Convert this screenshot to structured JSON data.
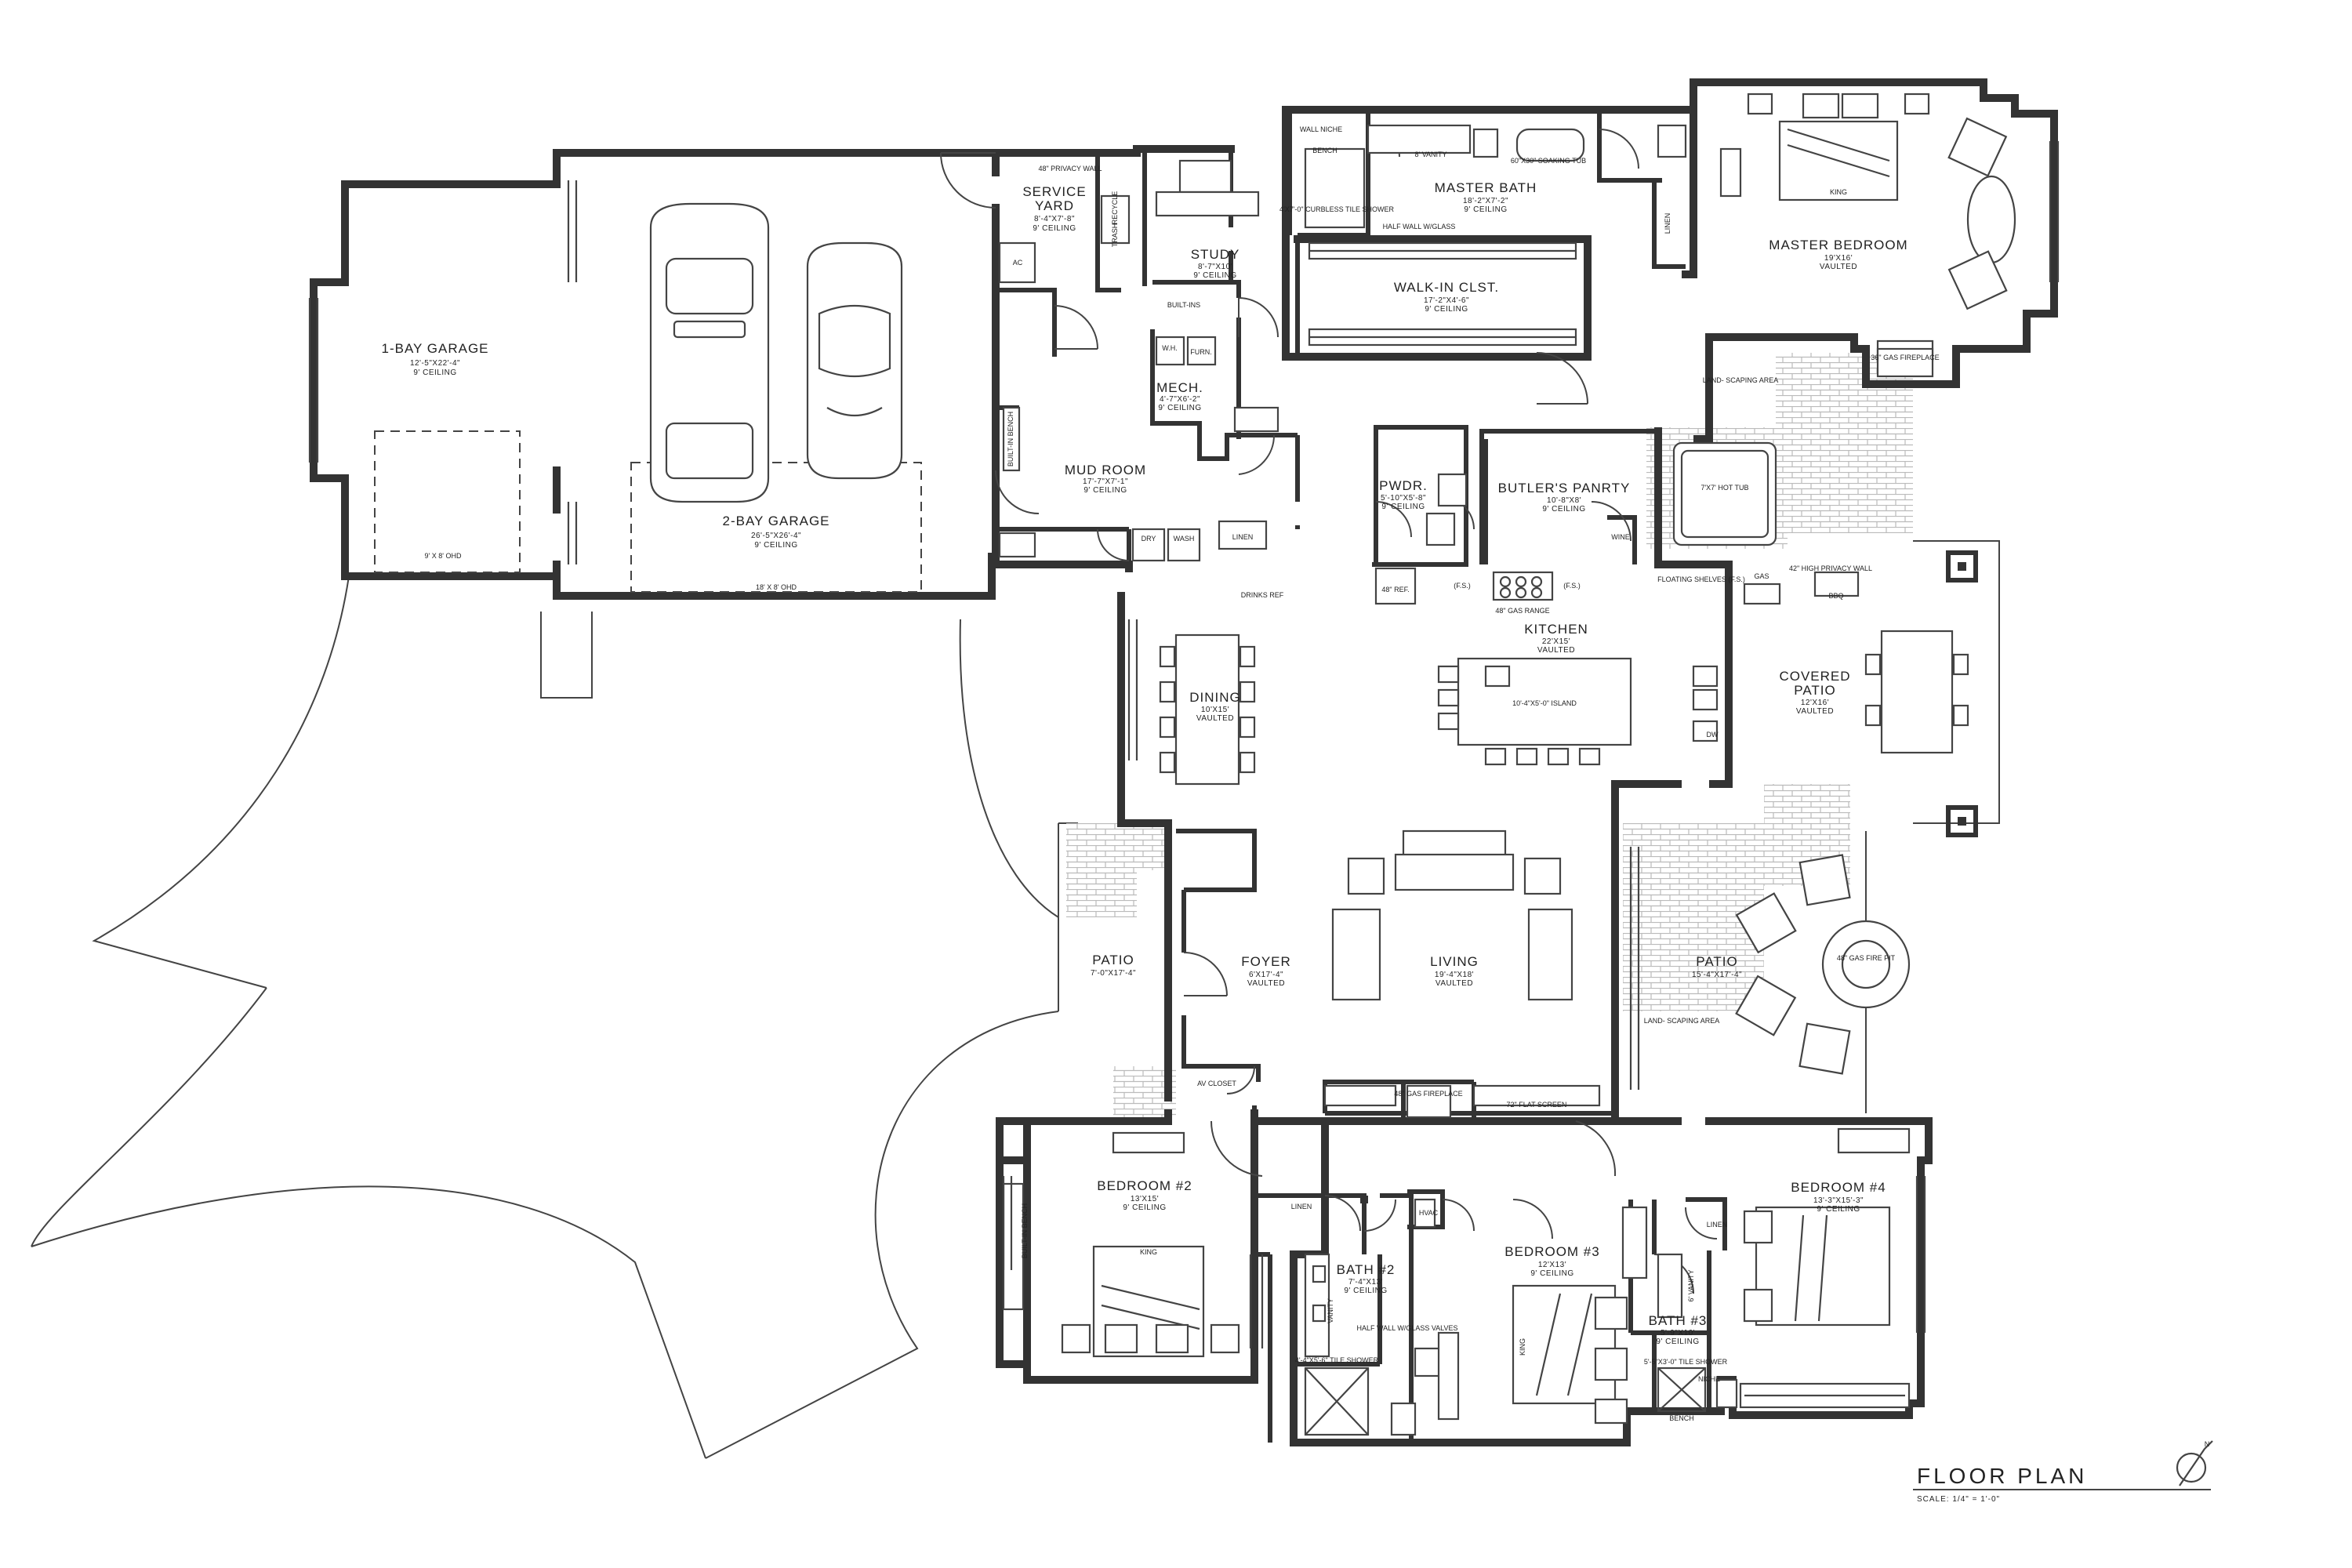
{
  "drawing": {
    "title": "FLOOR PLAN",
    "scale": "SCALE: 1/4\" = 1'-0\"",
    "north_label": "N"
  },
  "rooms": {
    "garage1": {
      "name": "1-BAY GARAGE",
      "size": "12'-5\"X22'-4\"",
      "ceiling": "9' CEILING",
      "door": "9' X 8' OHD"
    },
    "garage2": {
      "name": "2-BAY GARAGE",
      "size": "26'-5\"X26'-4\"",
      "ceiling": "9' CEILING",
      "door": "18' X 8' OHD"
    },
    "service_yard": {
      "name1": "SERVICE",
      "name2": "YARD",
      "size": "8'-4\"X7'-8\"",
      "ceiling": "9' CEILING",
      "wall": "48\" PRIVACY WALL"
    },
    "study": {
      "name": "STUDY",
      "size": "8'-7\"X10'",
      "ceiling": "9' CEILING"
    },
    "mech": {
      "name": "MECH.",
      "size": "4'-7\"X6'-2\"",
      "ceiling": "9' CEILING"
    },
    "mud_room": {
      "name": "MUD ROOM",
      "size": "17'-7\"X7'-1\"",
      "ceiling": "9' CEILING"
    },
    "master_bath": {
      "name": "MASTER BATH",
      "size": "18'-2\"X7'-2\"",
      "ceiling": "9' CEILING"
    },
    "walk_in": {
      "name": "WALK-IN CLST.",
      "size": "17'-2\"X4'-6\"",
      "ceiling": "9' CEILING"
    },
    "master_bedroom": {
      "name": "MASTER BEDROOM",
      "size": "19'X16'",
      "ceiling": "VAULTED"
    },
    "pwdr": {
      "name": "PWDR.",
      "size": "5'-10\"X5'-8\"",
      "ceiling": "9' CEILING"
    },
    "butlers_pantry": {
      "name": "BUTLER'S PANRTY",
      "size": "10'-8\"X8'",
      "ceiling": "9' CEILING"
    },
    "kitchen": {
      "name": "KITCHEN",
      "size": "22'X15'",
      "ceiling": "VAULTED",
      "island": "10'-4\"X5'-0\" ISLAND"
    },
    "dining": {
      "name": "DINING",
      "size": "10'X15'",
      "ceiling": "VAULTED"
    },
    "covered_patio": {
      "name1": "COVERED",
      "name2": "PATIO",
      "size": "12'X16'",
      "ceiling": "VAULTED"
    },
    "foyer": {
      "name": "FOYER",
      "size": "6'X17'-4\"",
      "ceiling": "VAULTED"
    },
    "living": {
      "name": "LIVING",
      "size": "19'-4\"X18'",
      "ceiling": "VAULTED"
    },
    "patio_west": {
      "name": "PATIO",
      "size": "7'-0\"X17'-4\""
    },
    "patio_east": {
      "name": "PATIO",
      "size": "15'-4\"X17'-4\""
    },
    "bedroom2": {
      "name": "BEDROOM #2",
      "size": "13'X15'",
      "ceiling": "9' CEILING"
    },
    "bath2": {
      "name": "BATH #2",
      "size": "7'-4\"X13'",
      "ceiling": "9' CEILING"
    },
    "bedroom3": {
      "name": "BEDROOM #3",
      "size": "12'X13'",
      "ceiling": "9' CEILING"
    },
    "bath3": {
      "name": "BATH #3",
      "size": "5'-9\"X10'",
      "ceiling": "9' CEILING"
    },
    "bedroom4": {
      "name": "BEDROOM #4",
      "size": "13'-3\"X15'-3\"",
      "ceiling": "9' CEILING"
    }
  },
  "notes": {
    "ac": "AC",
    "trash": "TRASH",
    "recycle": "RECYCLE",
    "built_ins": "BUILT-INS",
    "wh": "W.H.",
    "furn": "FURN.",
    "built_in_bench": "BUILT-IN BENCH",
    "dry": "DRY",
    "wash": "WASH",
    "linen": "LINEN",
    "drinks_ref": "DRINKS REF",
    "wall_niche": "WALL NICHE",
    "bench": "BENCH",
    "vanity_8": "8' VANITY",
    "soaking_tub": "60\"X30\" SOAKING TUB",
    "curbless_shower": "4'X7'-0\" CURBLESS TILE SHOWER",
    "half_wall": "HALF WALL W/GLASS",
    "king": "KING",
    "gas_fireplace_36": "36\" GAS FIREPLACE",
    "landscaping": "LAND- SCAPING AREA",
    "hot_tub": "7'X7' HOT TUB",
    "wine": "WINE",
    "ref_48": "48\" REF.",
    "gas_range": "48\" GAS RANGE",
    "fs": "(F.S.)",
    "floating_shelves": "FLOATING SHELVES (F.S.)",
    "privacy_wall_42": "42\" HIGH PRIVACY WALL",
    "gas": "GAS",
    "bbq": "BBQ",
    "dw": "DW",
    "av_closet": "AV CLOSET",
    "gas_fireplace_48": "48\" GAS FIREPLACE",
    "flat_screen": "72\" FLAT SCREEN",
    "fire_pit": "48\" GAS FIRE PIT",
    "hvac": "HVAC",
    "vanity": "VANITY",
    "half_wall_valves": "HALF WALL W/GLASS VALVES",
    "tile_shower_b2": "4'-4\"X5'-6\" TILE SHOWER",
    "tile_shower_b3": "5'-5\"X3'-0\" TILE SHOWER",
    "vanity_6": "6' VANITY",
    "niche": "NICHE"
  }
}
